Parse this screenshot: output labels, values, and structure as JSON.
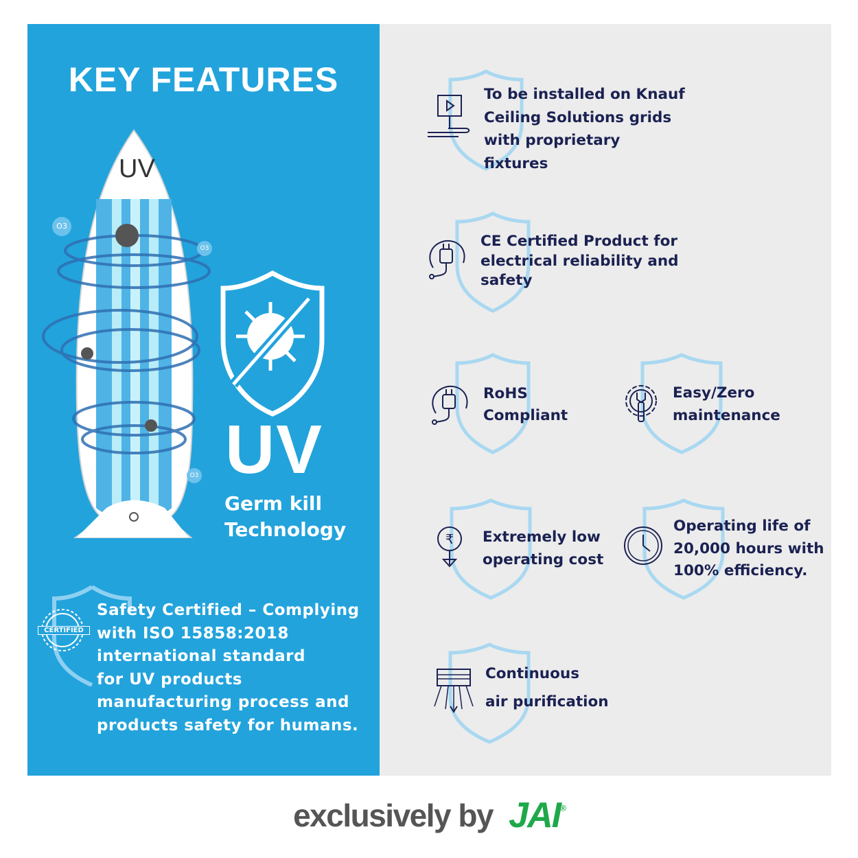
{
  "left_panel": {
    "title": "KEY FEATURES",
    "lamp_label": "UV",
    "ozone_label": "O3",
    "uv_big": "UV",
    "germ_kill": "Germ kill\nTechnology",
    "cert_badge": "CERTIFIED",
    "safety_text": "Safety Certified – Complying\nwith ISO 15858:2018\ninternational standard\nfor UV products\nmanufacturing process and\nproducts safety for humans."
  },
  "features": [
    {
      "text": "To be installed on Knauf\nCeiling Solutions grids\nwith proprietary\nfixtures",
      "icon": "ceiling-fixture-icon"
    },
    {
      "text": "CE Certified Product for\nelectrical reliability and\nsafety",
      "icon": "electric-plug-icon"
    },
    {
      "text": "RoHS\nCompliant",
      "icon": "electric-plug-icon"
    },
    {
      "text": "Easy/Zero\nmaintenance",
      "icon": "gear-wrench-icon"
    },
    {
      "text": "Extremely low\noperating cost",
      "icon": "rupee-down-icon"
    },
    {
      "text": "Operating life of\n20,000 hours with\n100% efficiency.",
      "icon": "clock-icon"
    },
    {
      "text": "Continuous\nair purification",
      "icon": "air-purifier-icon"
    }
  ],
  "footer": {
    "exclusively": "exclusively by",
    "brand": "JAI",
    "reg": "®"
  },
  "colors": {
    "left_bg": "#22a3dc",
    "right_bg": "#ececec",
    "text_navy": "#1b2152",
    "shield_light_blue": "#a9d8f1",
    "brand_green": "#1fa84a"
  }
}
